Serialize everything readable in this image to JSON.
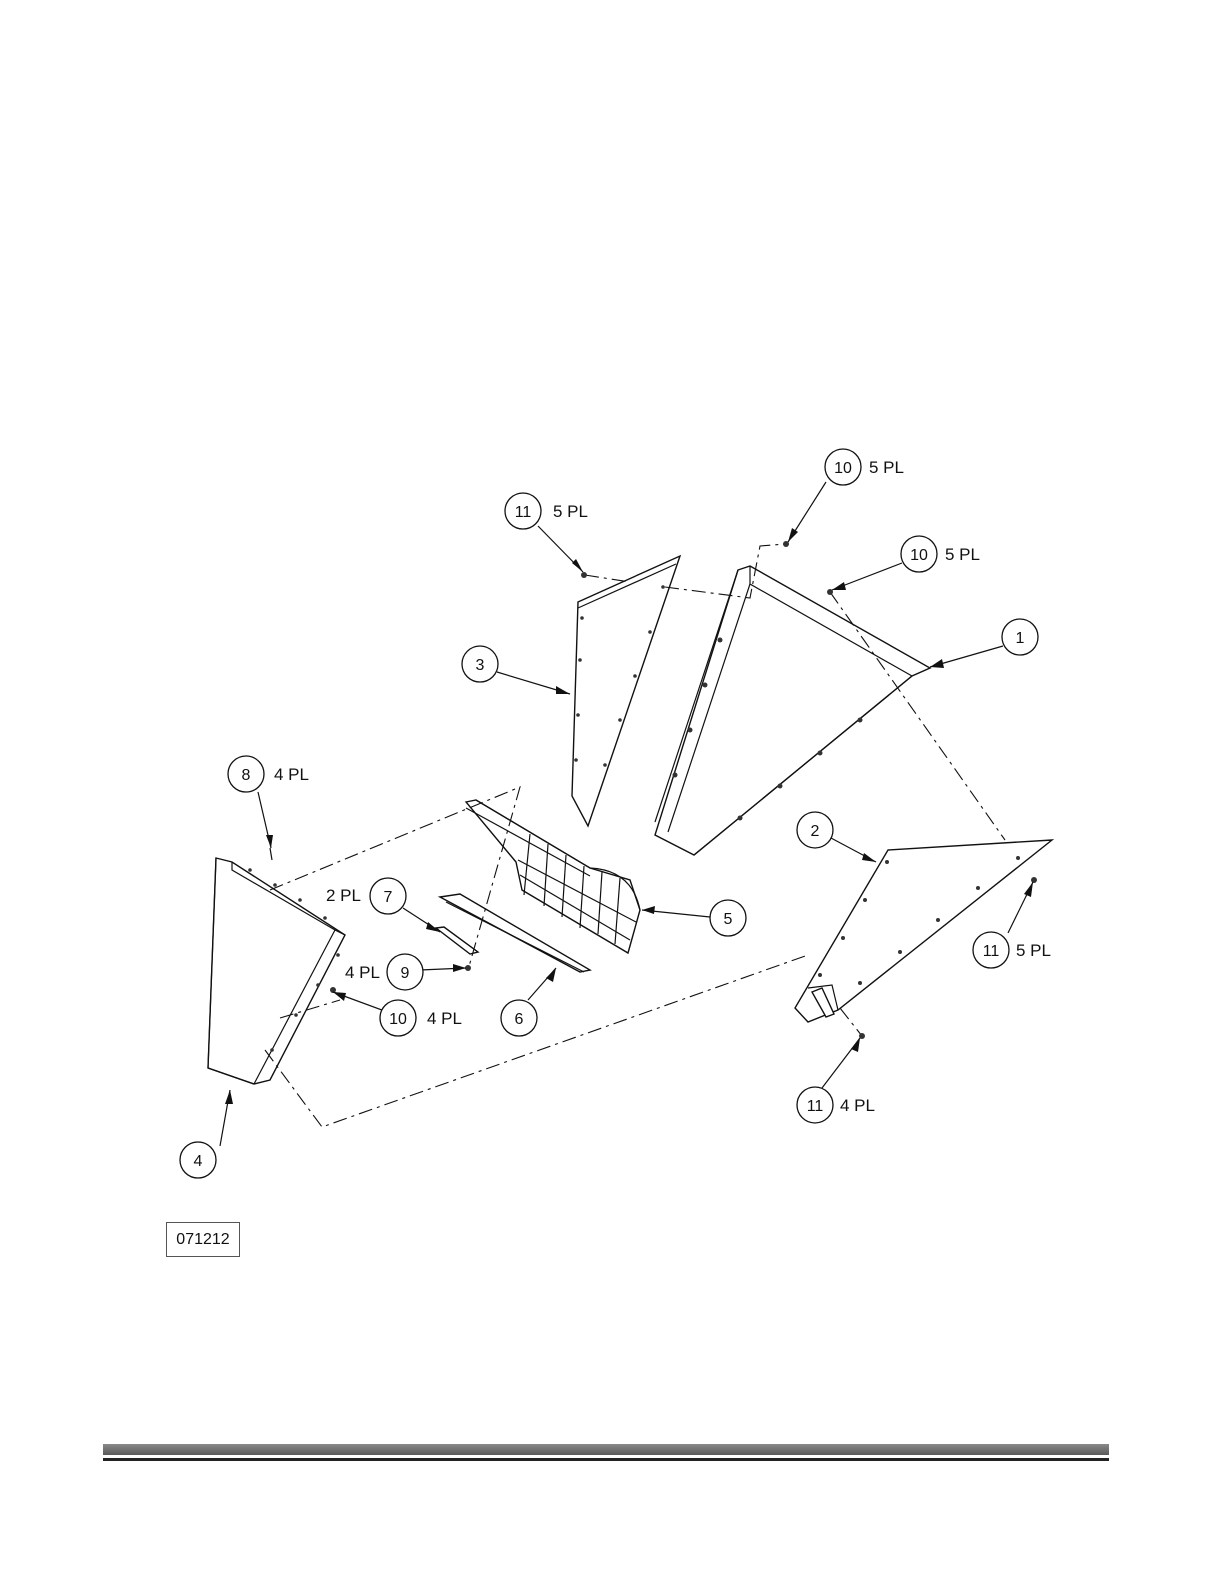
{
  "callouts": [
    {
      "num": "1",
      "qty": ""
    },
    {
      "num": "2",
      "qty": ""
    },
    {
      "num": "3",
      "qty": ""
    },
    {
      "num": "4",
      "qty": ""
    },
    {
      "num": "5",
      "qty": ""
    },
    {
      "num": "6",
      "qty": ""
    },
    {
      "num": "7",
      "qty": "2 PL"
    },
    {
      "num": "8",
      "qty": "4 PL"
    },
    {
      "num": "9",
      "qty": "4 PL"
    },
    {
      "num": "10",
      "qty": "5 PL"
    },
    {
      "num": "10",
      "qty": "5 PL"
    },
    {
      "num": "10",
      "qty": "4 PL"
    },
    {
      "num": "11",
      "qty": "5 PL"
    },
    {
      "num": "11",
      "qty": "5 PL"
    },
    {
      "num": "11",
      "qty": "4 PL"
    }
  ],
  "drawing_number": "071212"
}
